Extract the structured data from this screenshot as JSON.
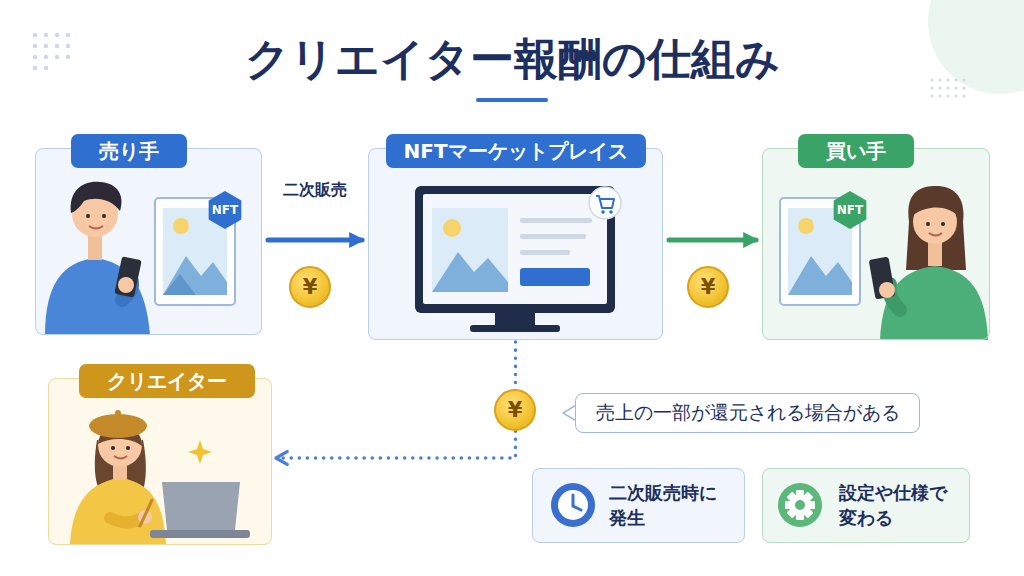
{
  "diagram": {
    "title": "クリエイター報酬の仕組み",
    "nodes": [
      {
        "text": [
          "売り手"
        ]
      },
      {
        "text": [
          "NFTマーケットプレイス"
        ]
      },
      {
        "text": [
          "買い手"
        ]
      },
      {
        "text": [
          "クリエイター"
        ]
      },
      {
        "text": [
          "売上の一部が還元される場合がある"
        ]
      },
      {
        "text": [
          "二次販売時に 発生"
        ]
      },
      {
        "text": [
          "設定や仕様で 変わる"
        ]
      }
    ],
    "edges": [
      {
        "from": 0,
        "to": 1,
        "label": "二次販売",
        "arrow": "to"
      },
      {
        "from": 1,
        "to": 2,
        "arrow": "to"
      },
      {
        "from": 1,
        "to": 3,
        "arrow": "to"
      }
    ],
    "labels": [
      "NFT",
      "¥",
      "NFT",
      "¥",
      "¥"
    ]
  }
}
